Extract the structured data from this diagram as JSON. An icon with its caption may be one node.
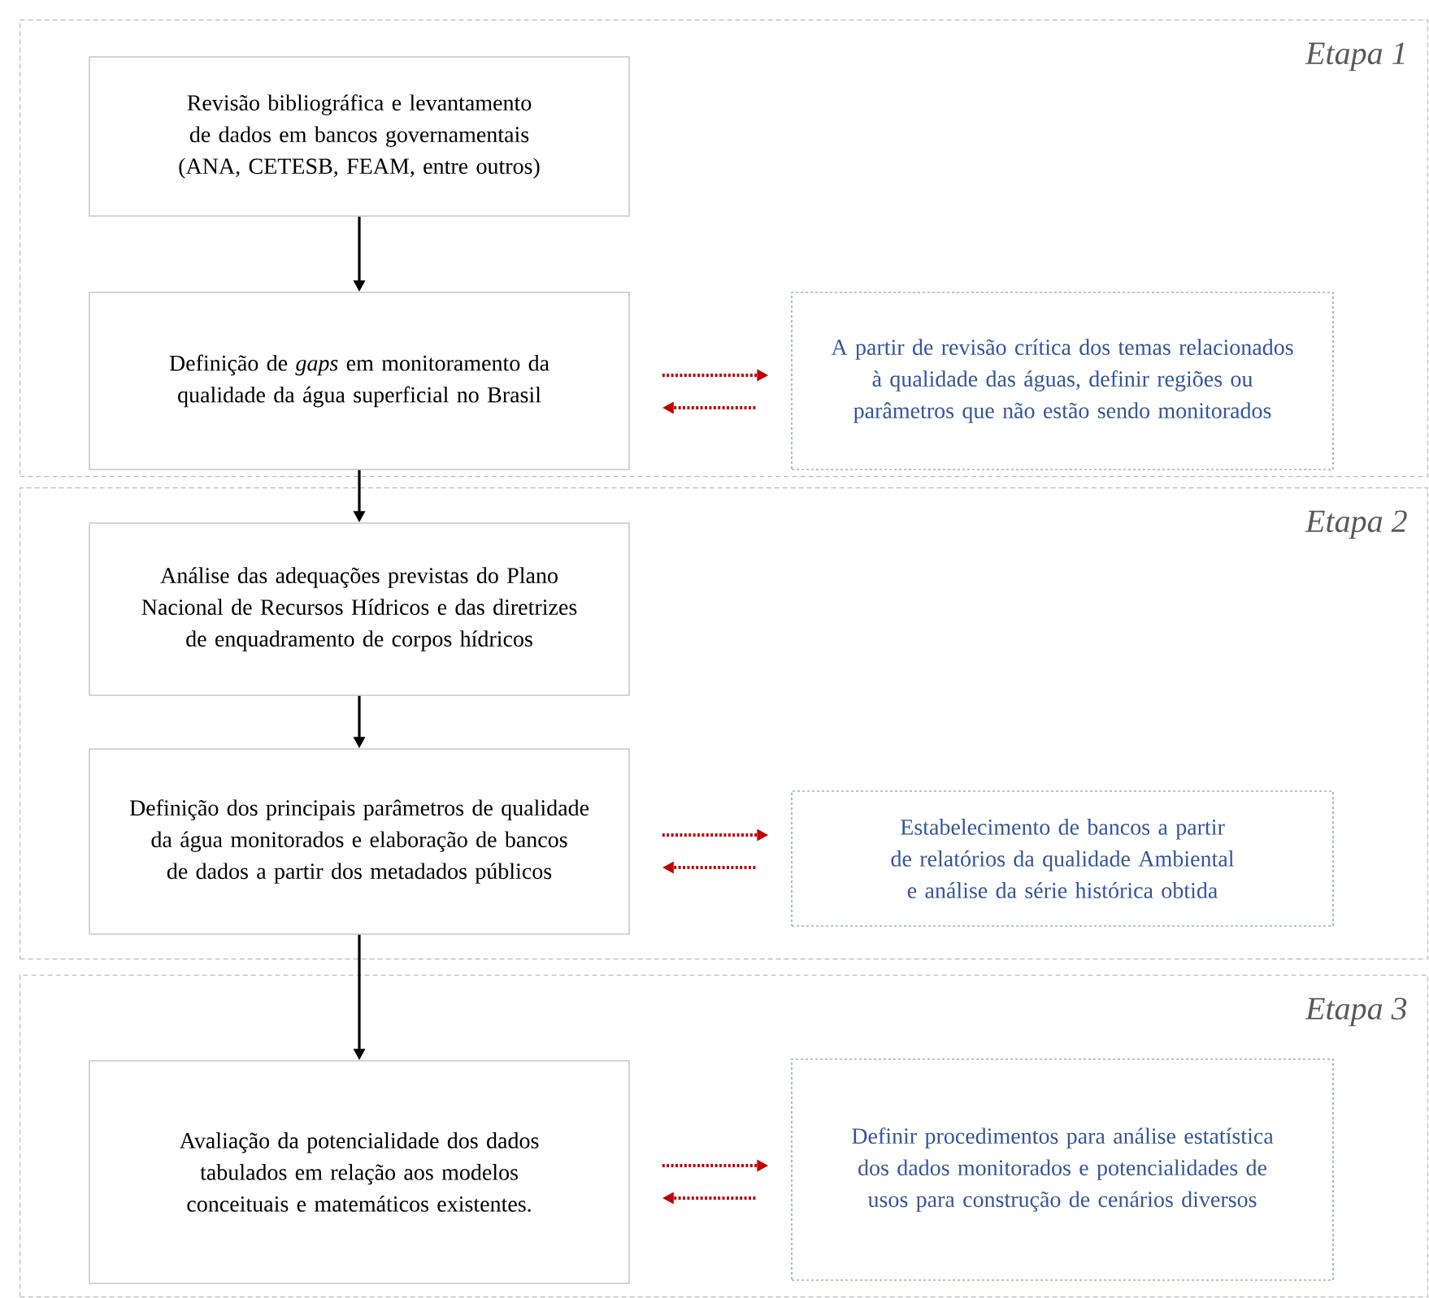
{
  "diagram": {
    "nodes": [
      {
        "text": [
          "Etapa 1"
        ]
      },
      {
        "text": [
          "Etapa 2"
        ]
      },
      {
        "text": [
          "Etapa 3"
        ]
      },
      {
        "text": [
          "Revisão bibliográfica e levantamento de dados em bancos governamentais (ANA, CETESB, FEAM, entre outros)"
        ],
        "in": 0
      },
      {
        "text": [
          "Definição de *gaps* em monitoramento da qualidade da água superficial no Brasil"
        ],
        "in": 0
      },
      {
        "text": [
          "A partir de revisão crítica dos temas relacionados à qualidade das águas, definir regiões ou parâmetros que não estão sendo monitorados"
        ],
        "in": 0
      },
      {
        "text": [
          "Análise das adequações previstas do Plano Nacional de Recursos Hídricos e das diretrizes de enquadramento de corpos hídricos"
        ],
        "in": 1
      },
      {
        "text": [
          "Definição dos principais parâmetros de qualidade da água monitorados e elaboração de bancos de dados a partir dos metadados públicos"
        ],
        "in": 1
      },
      {
        "text": [
          "Estabelecimento de bancos a partir de relatórios da qualidade Ambiental e análise da série histórica obtida"
        ],
        "in": 1
      },
      {
        "text": [
          "Avaliação da potencialidade dos dados tabulados em relação aos modelos conceituais e matemáticos existentes."
        ],
        "in": 2
      },
      {
        "text": [
          "Definir procedimentos para análise estatística dos dados monitorados  e potencialidades de usos para construção de cenários diversos"
        ],
        "in": 2
      }
    ],
    "edges": [
      {
        "from": 3,
        "to": 4,
        "arrow": "to",
        "color": "#000000"
      },
      {
        "from": 4,
        "to": 6,
        "arrow": "to",
        "color": "#000000"
      },
      {
        "from": 6,
        "to": 7,
        "arrow": "to",
        "color": "#000000"
      },
      {
        "from": 7,
        "to": 9,
        "arrow": "to",
        "color": "#000000"
      },
      {
        "from": 4,
        "to": 5,
        "arrow": "to",
        "style": "dashed",
        "color": "#c00000"
      },
      {
        "from": 5,
        "to": 4,
        "arrow": "to",
        "style": "dashed",
        "color": "#c00000"
      },
      {
        "from": 7,
        "to": 8,
        "arrow": "to",
        "style": "dashed",
        "color": "#c00000"
      },
      {
        "from": 8,
        "to": 7,
        "arrow": "to",
        "style": "dashed",
        "color": "#c00000"
      },
      {
        "from": 9,
        "to": 10,
        "arrow": "to",
        "style": "dashed",
        "color": "#c00000"
      },
      {
        "from": 10,
        "to": 9,
        "arrow": "to",
        "style": "dashed",
        "color": "#c00000"
      }
    ]
  }
}
